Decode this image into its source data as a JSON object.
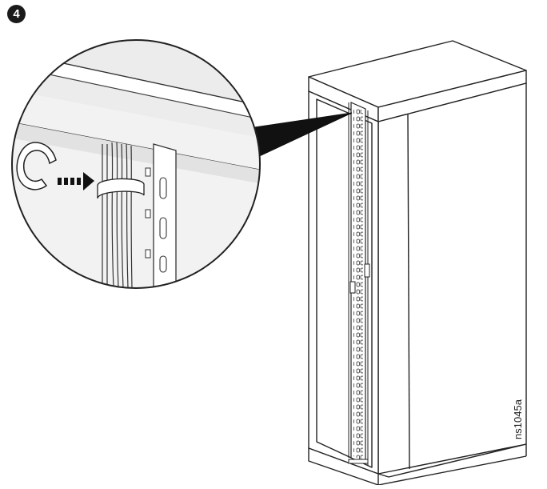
{
  "step": {
    "number": "4"
  },
  "figure": {
    "id": "ns1045a"
  },
  "colors": {
    "line": "#222222",
    "fill": "#ffffff",
    "shade": "#e9e9e9",
    "arrow": "#111111"
  },
  "icons": {
    "step_badge": "circled-number",
    "detail": "magnifier-callout",
    "insert": "dashed-arrow-icon"
  }
}
